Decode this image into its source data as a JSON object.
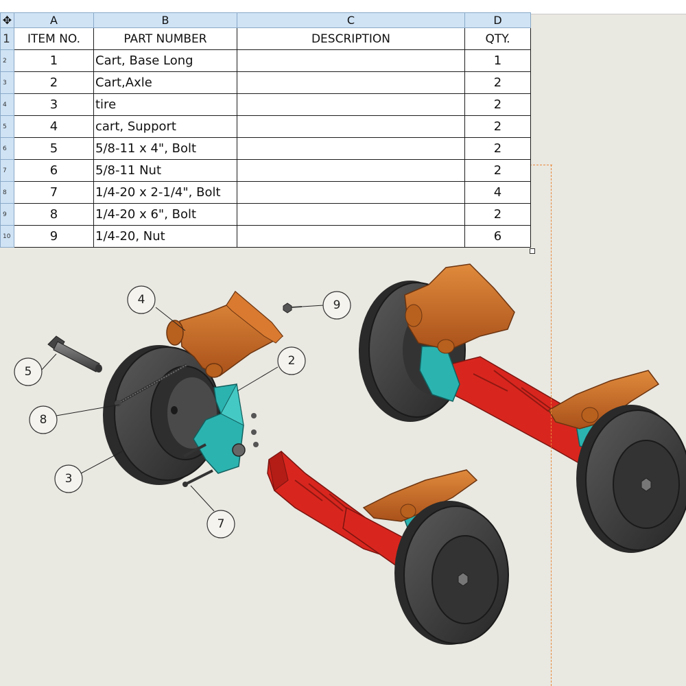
{
  "column_letters": [
    "A",
    "B",
    "C",
    "D"
  ],
  "corner_icon": "move-table-icon",
  "headers": [
    "ITEM NO.",
    "PART NUMBER",
    "DESCRIPTION",
    "QTY."
  ],
  "row_numbers": [
    "1",
    "2",
    "3",
    "4",
    "5",
    "6",
    "7",
    "8",
    "9",
    "10"
  ],
  "rows": [
    {
      "item": "1",
      "part": "Cart, Base Long",
      "desc": "",
      "qty": "1"
    },
    {
      "item": "2",
      "part": "Cart,Axle",
      "desc": "",
      "qty": "2"
    },
    {
      "item": "3",
      "part": "tire",
      "desc": "",
      "qty": "2"
    },
    {
      "item": "4",
      "part": "cart, Support",
      "desc": "",
      "qty": "2"
    },
    {
      "item": "5",
      "part": "5/8-11 x 4\", Bolt",
      "desc": "",
      "qty": "2"
    },
    {
      "item": "6",
      "part": "5/8-11 Nut",
      "desc": "",
      "qty": "2"
    },
    {
      "item": "7",
      "part": "1/4-20 x 2-1/4\", Bolt",
      "desc": "",
      "qty": "4"
    },
    {
      "item": "8",
      "part": "1/4-20 x 6\", Bolt",
      "desc": "",
      "qty": "2"
    },
    {
      "item": "9",
      "part": "1/4-20, Nut",
      "desc": "",
      "qty": "6"
    }
  ],
  "balloons": [
    "4",
    "9",
    "2",
    "5",
    "8",
    "3",
    "7"
  ],
  "colors": {
    "sheet_background": "#e9e8e1",
    "header_fill": "#cfe3f5",
    "support_orange": "#c8651c",
    "axle_teal": "#2bb3b0",
    "base_red": "#d8261e",
    "tire_dark": "#3d3d3d",
    "bolt_gray": "#555555",
    "guide_orange": "#e8883a"
  }
}
